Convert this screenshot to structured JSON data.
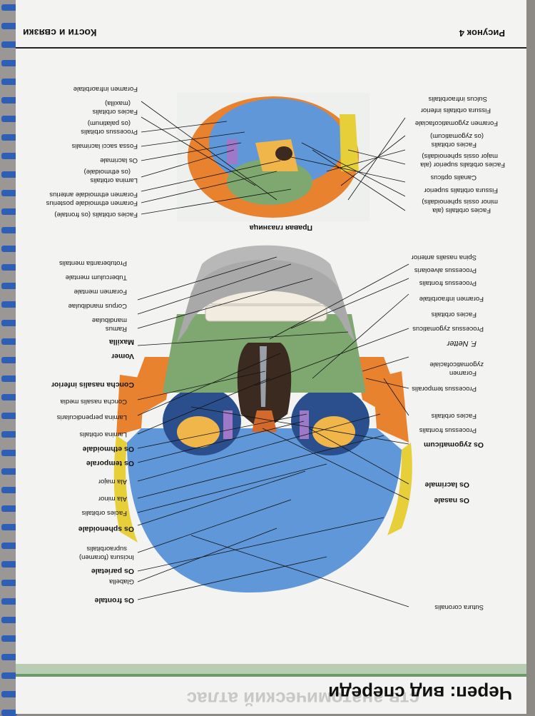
{
  "chapter": {
    "title": "Череп: вид спереди",
    "ghost": "ств анатомический атлас"
  },
  "header": {
    "figure": "Рисунок 4",
    "section": "Кости и связки"
  },
  "inset": {
    "title": "Правая глазница"
  },
  "labels_left": [
    "Os frontale",
    "Glabella",
    "Os parietale",
    "Incisura (foramen)",
    "supraorbitalis",
    "Os sphenoidale",
    "Facies orbitalis",
    "Ala minor",
    "Ala major",
    "Os temporale",
    "Os ethmoidale",
    "Lamina orbitalis",
    "Lamina perpendicularis",
    "Concha nasalis media",
    "Concha nasalis inferior",
    "Vomer",
    "Maxilla",
    "Ramus",
    "mandibulae",
    "Corpus mandibulae",
    "Foramen mentale",
    "Tuberculum mentale",
    "Protuberantia mentalis"
  ],
  "labels_right": [
    "Sutura coronalis",
    "Os nasale",
    "Os lacrimale",
    "Os zygomaticum",
    "Processus frontalis",
    "Facies orbitalis",
    "Processus temporalis",
    "Foramen",
    "zygomaticofaciale",
    "Processus zygomaticus",
    "Facies orbitalis",
    "Foramen infraorbitale",
    "Processus frontalis",
    "Processus alveolaris",
    "Spina nasalis anterior"
  ],
  "labels_inset_left": [
    "Facies orbitalis (os frontale)",
    "Foramen ethmoidale posterius",
    "Foramen ethmoidale anterius",
    "Lamina orbitalis",
    "(os ethmoidale)",
    "Os lacrimale",
    "Fossa sacci lacrimalis",
    "Processus orbitalis",
    "(os palatinum)",
    "Facies orbitalis",
    "(maxilla)",
    "Foramen infraorbitale"
  ],
  "labels_inset_right": [
    "Facies orbitalis (ala",
    "minor ossis sphenoidalis)",
    "Fissura orbitalis superior",
    "Canalis opticus",
    "Facies orbitalis superior (ala",
    "major ossis sphenoidalis)",
    "Facies orbitalis",
    "(os zygomaticum)",
    "Foramen zygomaticofaciale",
    "Fissura orbitalis inferior",
    "Sulcus infraorbitalis"
  ],
  "signature": "F. Netter",
  "colors": {
    "frontal": "#5f97d8",
    "parietal": "#e7cf3a",
    "sphenoid": "#e9822f",
    "zygomatic": "#f1b64a",
    "maxilla": "#7fa870",
    "mandible": "#a9a9a9",
    "ethmoid": "#9d79c8",
    "nasal": "#d46a2a",
    "lacrimal": "#e0c17a",
    "teeth": "#f2ece0"
  }
}
